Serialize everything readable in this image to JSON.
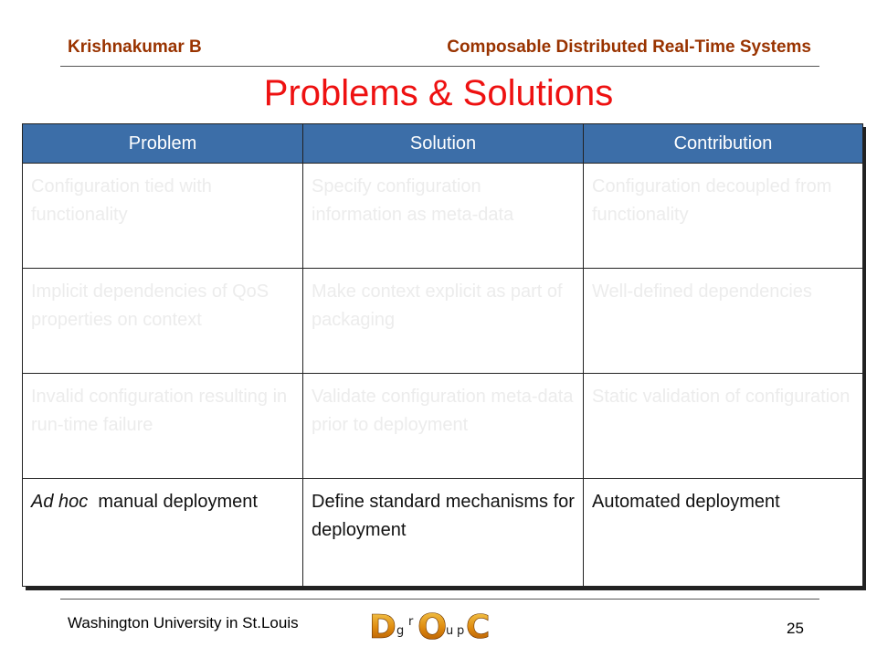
{
  "header": {
    "author": "Krishnakumar B",
    "course": "Composable Distributed Real-Time Systems"
  },
  "title": "Problems & Solutions",
  "table": {
    "columns": [
      "Problem",
      "Solution",
      "Contribution"
    ],
    "rows": [
      {
        "problem": "Configuration tied with functionality",
        "solution": "Specify configuration information as meta-data",
        "contribution": "Configuration decoupled from functionality"
      },
      {
        "problem": "Implicit dependencies of QoS properties on context",
        "solution": "Make context explicit as part of packaging",
        "contribution": "Well-defined dependencies"
      },
      {
        "problem": "Invalid configuration resulting in run-time failure",
        "solution": "Validate configuration meta-data prior to deployment",
        "contribution": "Static validation of configuration"
      },
      {
        "problem_emph": "Ad hoc",
        "problem_rest": "  manual deployment",
        "solution": "Define standard mechanisms for deployment",
        "contribution": "Automated deployment"
      }
    ]
  },
  "footer": {
    "institution": "Washington University in St.Louis",
    "page": "25",
    "logo_letters": [
      "D",
      "g",
      "r",
      "O",
      "u",
      "p",
      "C"
    ]
  },
  "colors": {
    "header_text": "#993300",
    "title": "#ee1111",
    "table_header_bg": "#3c6ea8",
    "faded_text": "#ececec"
  }
}
